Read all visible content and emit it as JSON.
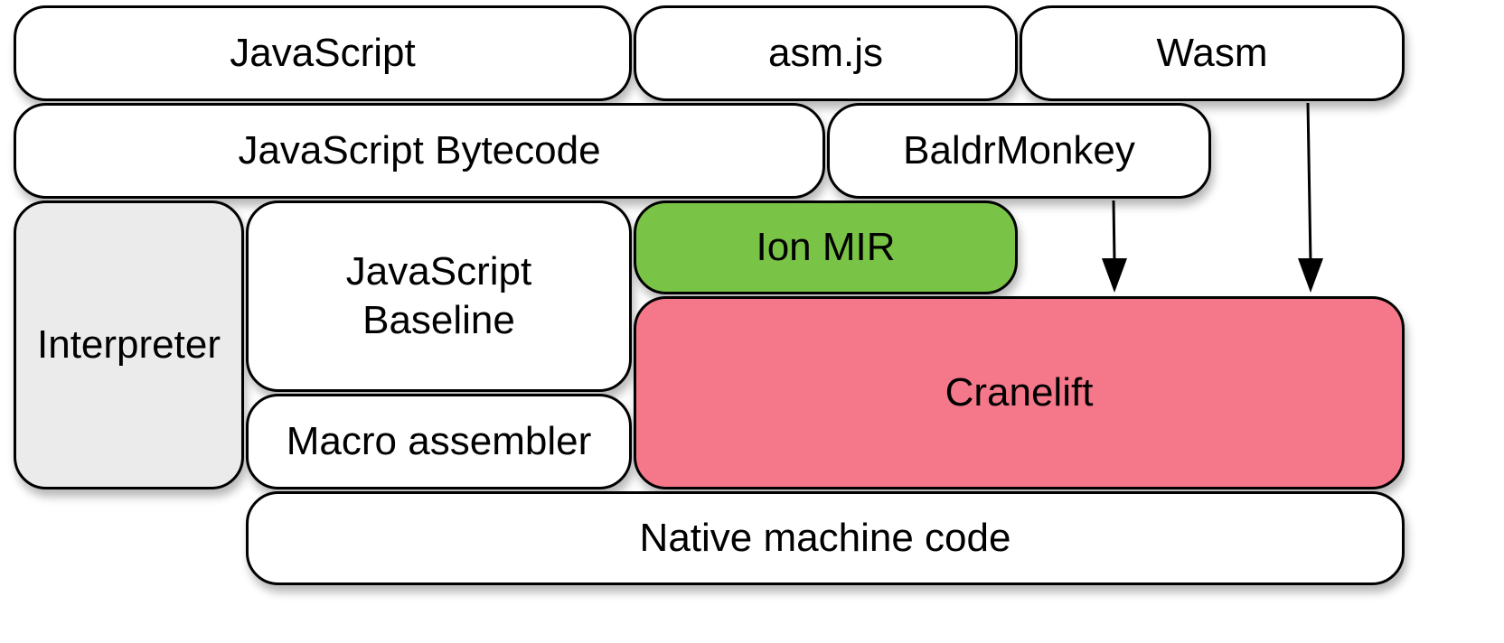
{
  "colors": {
    "default_fill": "#ffffff",
    "interpreter_fill": "#ebebeb",
    "ion_mir_fill": "#79c346",
    "cranelift_fill": "#f5788a",
    "stroke": "#000000"
  },
  "boxes": {
    "javascript": {
      "label": "JavaScript"
    },
    "asmjs": {
      "label": "asm.js"
    },
    "wasm": {
      "label": "Wasm"
    },
    "bytecode": {
      "label": "JavaScript Bytecode"
    },
    "baldrmonkey": {
      "label": "BaldrMonkey"
    },
    "interpreter": {
      "label": "Interpreter"
    },
    "baseline": {
      "label": "JavaScript\nBaseline"
    },
    "ion_mir": {
      "label": "Ion MIR"
    },
    "macro_assembler": {
      "label": "Macro assembler"
    },
    "cranelift": {
      "label": "Cranelift"
    },
    "native_code": {
      "label": "Native machine code"
    }
  },
  "edges": [
    {
      "from": "BaldrMonkey",
      "to": "Cranelift"
    },
    {
      "from": "Wasm",
      "to": "Cranelift"
    }
  ]
}
